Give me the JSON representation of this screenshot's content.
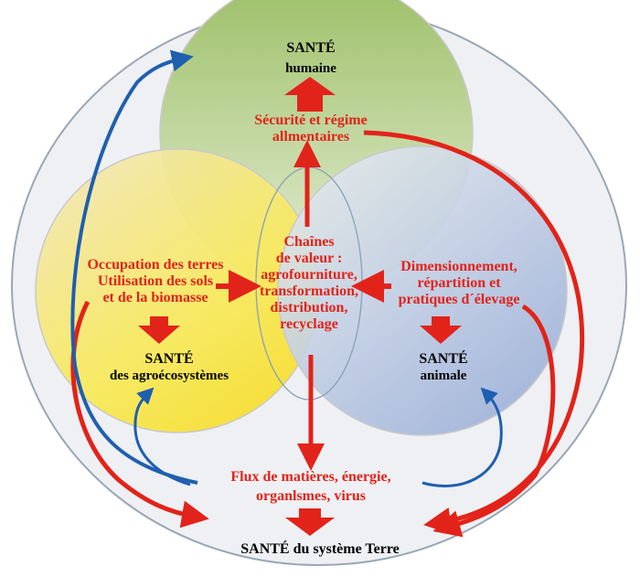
{
  "colors": {
    "red": "#e2231a",
    "blue": "#1f5fb0",
    "outer_bg": "#eef0f3",
    "green_top": "#9fc06c",
    "yellow_left": "#f7e12e",
    "blue_right": "#9fb3d9"
  },
  "human": {
    "title": "SANTÉ",
    "sub": "humaine"
  },
  "food": {
    "line1": "Sécurité et régime",
    "line2": "allmentaires"
  },
  "land": {
    "line1": "Occupation des terres",
    "line2": "Utilisation des sols",
    "line3": "et de la biomasse"
  },
  "value_chain": {
    "line1": "Chaînes",
    "line2": "de valeur :",
    "line3": "agrofourniture,",
    "line4": "transformation,",
    "line5": "distribution,",
    "line6": "recyclage"
  },
  "livestock": {
    "line1": "Dimensionnement,",
    "line2": "répartition et",
    "line3": "pratiques d´élevage"
  },
  "agro": {
    "title": "SANTÉ",
    "sub": "des agroécosystèmes"
  },
  "animal": {
    "title": "SANTÉ",
    "sub": "animale"
  },
  "flows": {
    "line1": "Flux de matières, énergie,",
    "line2": "organlsmes, virus"
  },
  "earth": {
    "title": "SANTÉ du système Terre"
  }
}
